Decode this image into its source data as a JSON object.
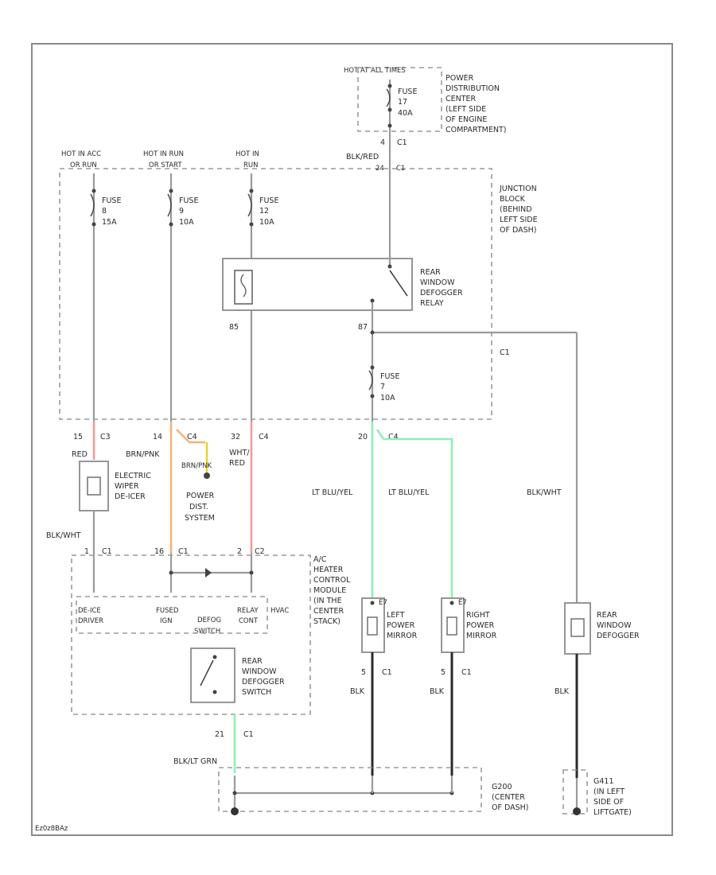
{
  "frame_id": "Ez0z8BAz",
  "colors": {
    "red": "#f29a9a",
    "orange": "#f2b37a",
    "yellow": "#e8d23a",
    "green": "#8ff0b5",
    "gray": "#9a9a9a",
    "black": "#2a2a2a"
  },
  "pdc": {
    "hot_label": "HOT AT ALL TIMES",
    "fuse_name": "FUSE",
    "fuse_num": "17",
    "fuse_amp": "40A",
    "desc": [
      "POWER",
      "DISTRIBUTION",
      "CENTER",
      "(LEFT SIDE",
      "OF ENGINE",
      "COMPARTMENT)"
    ],
    "pin": "4",
    "conn": "C1",
    "wire": "BLK/RED"
  },
  "jb": {
    "desc": [
      "JUNCTION",
      "BLOCK",
      "(BEHIND",
      "LEFT SIDE",
      "OF DASH)"
    ],
    "hot_1": "HOT IN ACC",
    "hot_1b": "OR RUN",
    "hot_2": "HOT IN RUN",
    "hot_2b": "OR START",
    "hot_3": "HOT IN",
    "hot_3b": "RUN",
    "fuse_1": {
      "name": "FUSE",
      "num": "8",
      "amp": "15A"
    },
    "fuse_2": {
      "name": "FUSE",
      "num": "9",
      "amp": "10A"
    },
    "fuse_3": {
      "name": "FUSE",
      "num": "12",
      "amp": "10A"
    },
    "fuse_4": {
      "name": "FUSE",
      "num": "7",
      "amp": "10A"
    },
    "in_pin": "24",
    "in_conn": "C1",
    "relay_desc": [
      "REAR",
      "WINDOW",
      "DEFOGGER",
      "RELAY"
    ],
    "relay_left_pin": "85",
    "relay_right_pin": "87",
    "c1_label": "C1",
    "out_1": {
      "pin": "15",
      "conn": "C3"
    },
    "out_2": {
      "pin": "14",
      "conn": "C4"
    },
    "out_3": {
      "pin": "32",
      "conn": "C4"
    },
    "out_4": {
      "pin": "20",
      "conn": "C4"
    }
  },
  "wires": {
    "w1": "RED",
    "w2": "BRN/PNK",
    "w3": [
      "WHT/",
      "RED"
    ],
    "w4": "BRN/PNK",
    "w5": "LT BLU/YEL",
    "w6": "LT BLU/YEL",
    "w7": "BLK/WHT",
    "w8": "BLK/WHT",
    "w9": "BLK/LT GRN"
  },
  "power_dist": [
    "POWER",
    "DIST.",
    "SYSTEM"
  ],
  "de_icer": [
    "ELECTRIC",
    "WIPER",
    "DE-ICER"
  ],
  "control": {
    "desc": [
      "A/C",
      "HEATER",
      "CONTROL",
      "MODULE",
      "(IN THE",
      "CENTER",
      "STACK)"
    ],
    "pin_1": {
      "pin": "1",
      "conn": "C1"
    },
    "pin_2": {
      "pin": "16",
      "conn": "C1"
    },
    "pin_3": {
      "pin": "2",
      "conn": "C2"
    },
    "label_1": [
      "DE-ICE",
      "DRIVER"
    ],
    "label_2": [
      "FUSED",
      "IGN"
    ],
    "label_3": [
      "RELAY",
      "CONT"
    ],
    "defog_label": [
      "DEFOG",
      "SWITCH"
    ],
    "hvac": "HVAC",
    "switch_desc": [
      "REAR",
      "WINDOW",
      "DEFOGGER",
      "SWITCH"
    ],
    "gnd_pin": "21",
    "gnd_conn": "C1"
  },
  "mirror_l": {
    "desc": [
      "LEFT",
      "POWER",
      "MIRROR"
    ],
    "top": "E7",
    "pin": "5",
    "conn": "C1",
    "wire": "BLK"
  },
  "mirror_r": {
    "desc": [
      "RIGHT",
      "POWER",
      "MIRROR"
    ],
    "top": "E7",
    "pin": "5",
    "conn": "C1",
    "wire": "BLK"
  },
  "defogger": {
    "desc": [
      "REAR",
      "WINDOW",
      "DEFOGGER"
    ],
    "wire": "BLK"
  },
  "ground_1": {
    "desc": [
      "G200",
      "(CENTER",
      "OF DASH)"
    ]
  },
  "ground_2": {
    "desc": [
      "G411",
      "(IN LEFT",
      "SIDE OF",
      "LIFTGATE)"
    ]
  }
}
